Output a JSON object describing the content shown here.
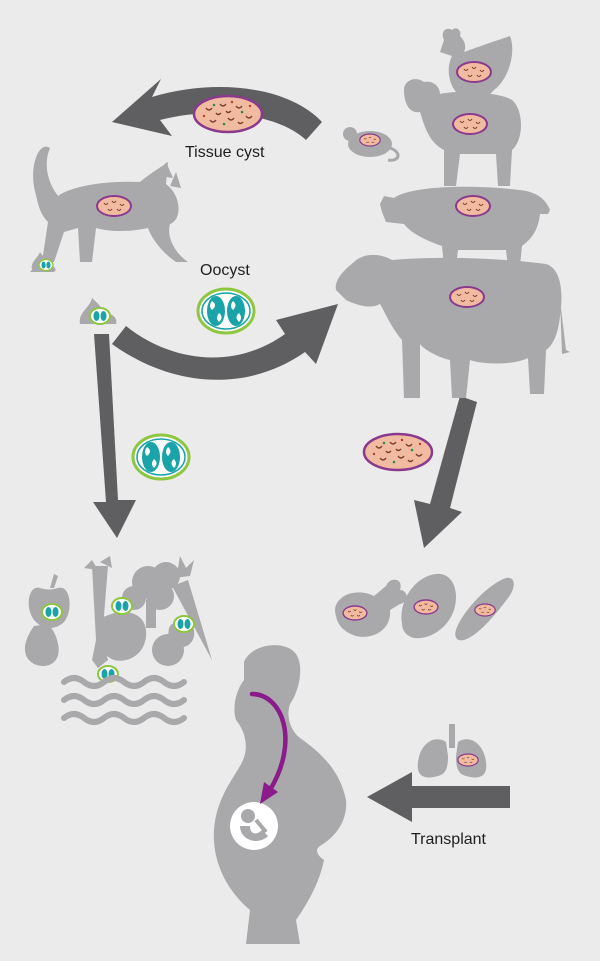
{
  "labels": {
    "tissue_cyst": "Tissue cyst",
    "oocyst": "Oocyst",
    "transplant": "Transplant"
  },
  "colors": {
    "background": "#ebebeb",
    "silhouette": "#a9a9ab",
    "arrow": "#5f5f61",
    "cyst_border": "#8a3a8c",
    "cyst_fill": "#f0bba0",
    "oocyst_border": "#8dc63f",
    "oocyst_fill": "#1aa3a8",
    "transmission_arrow": "#8b1a8b"
  },
  "icons": [
    "cat",
    "chicken",
    "sheep",
    "pig",
    "cow",
    "mouse",
    "feces",
    "vegetables",
    "water",
    "meat",
    "lungs",
    "pregnant-woman",
    "fetus"
  ]
}
